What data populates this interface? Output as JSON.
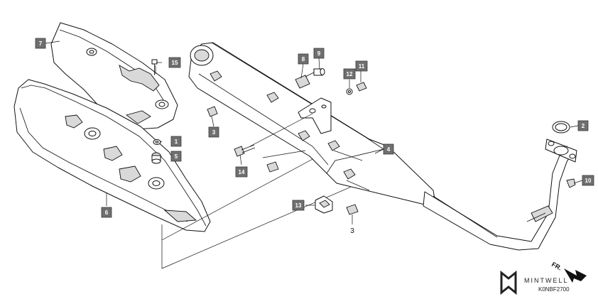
{
  "diagram": {
    "callouts": [
      {
        "id": "7",
        "text": "7"
      },
      {
        "id": "15",
        "text": "15"
      },
      {
        "id": "8",
        "text": "8"
      },
      {
        "id": "9",
        "text": "9"
      },
      {
        "id": "12",
        "text": "12"
      },
      {
        "id": "11",
        "text": "11"
      },
      {
        "id": "2",
        "text": "2"
      },
      {
        "id": "3a",
        "text": "3"
      },
      {
        "id": "1",
        "text": "1"
      },
      {
        "id": "5",
        "text": "5"
      },
      {
        "id": "14",
        "text": "14"
      },
      {
        "id": "4",
        "text": "4"
      },
      {
        "id": "10",
        "text": "10"
      },
      {
        "id": "6",
        "text": "6"
      },
      {
        "id": "13",
        "text": "13"
      }
    ],
    "plain_label": "3",
    "direction_label": "FR.",
    "watermark": {
      "brand": "MINTWELL",
      "code": "K0NBF2700"
    }
  }
}
